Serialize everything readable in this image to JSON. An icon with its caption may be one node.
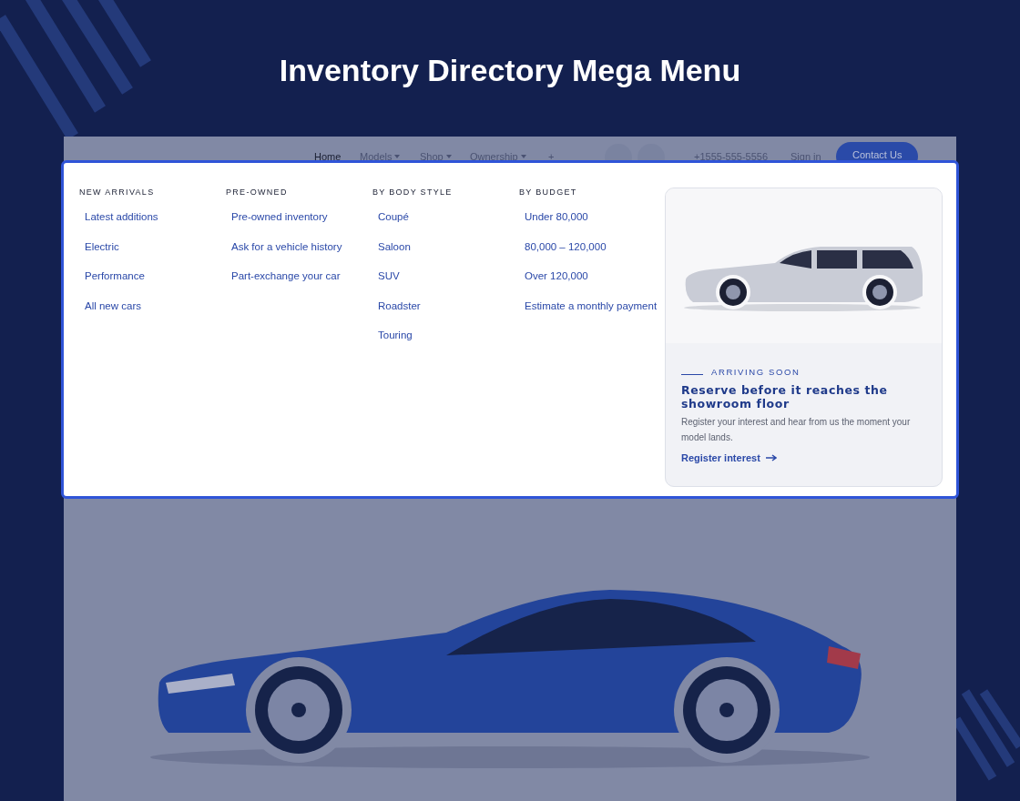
{
  "diagram": {
    "title": "Inventory Directory Mega Menu",
    "labels": [
      "Home",
      "Models",
      "Shop",
      "Ownership",
      "+",
      "+1555-555-5556",
      "Sign in",
      "Contact Us",
      "NEW ARRIVALS",
      "Latest additions",
      "Electric",
      "Performance",
      "All new cars",
      "PRE-OWNED",
      "Pre-owned inventory",
      "Ask for a vehicle history",
      "Part-exchange your car",
      "BY BODY STYLE",
      "Coupé",
      "Saloon",
      "SUV",
      "Roadster",
      "Touring",
      "BY BUDGET",
      "Under 80,000",
      "80,000 – 120,000",
      "Over 120,000",
      "Estimate a monthly payment",
      "ARRIVING SOON",
      "Reserve before it reaches the showroom floor",
      "Register your interest and hear from us the moment your model lands.",
      "Register interest"
    ]
  }
}
